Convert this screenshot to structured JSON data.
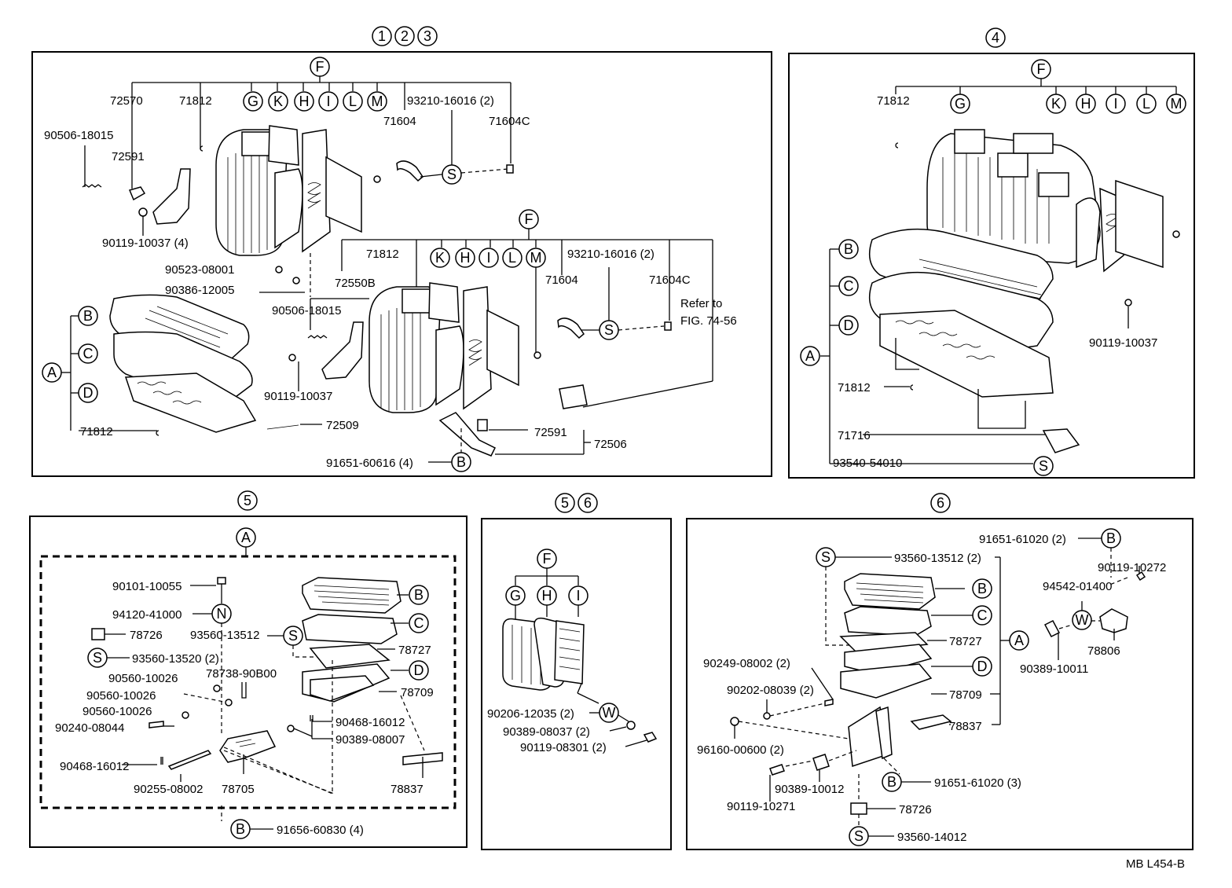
{
  "footer": {
    "code": "MB  L454-B"
  },
  "panels": {
    "p123": {
      "header": [
        "1",
        "2",
        "3"
      ]
    },
    "p4": {
      "header": [
        "4"
      ]
    },
    "p5": {
      "header": [
        "5"
      ]
    },
    "p56": {
      "header": [
        "5",
        "6"
      ]
    },
    "p6": {
      "header": [
        "6"
      ]
    }
  },
  "labels": {
    "p123": {
      "a72570": "72570",
      "a71812a": "71812",
      "a90506a": "90506-18015",
      "a72591a": "72591",
      "a90119a": "90119-10037 (4)",
      "a93210a": "93210-16016 (2)",
      "a71604a": "71604",
      "a71604Ca": "71604C",
      "a90523": "90523-08001",
      "a90386": "90386-12005",
      "a71812b": "71812",
      "a72550B": "72550B",
      "a93210b": "93210-16016 (2)",
      "a71604b": "71604",
      "a71604Cb": "71604C",
      "refer1": "Refer to",
      "refer2": "FIG. 74-56",
      "a90506b": "90506-18015",
      "a90119b": "90119-10037",
      "a72509": "72509",
      "a71812c": "71812",
      "a72591b": "72591",
      "a72506": "72506",
      "a91651": "91651-60616 (4)"
    },
    "p4": {
      "a71812a": "71812",
      "a90119": "90119-10037",
      "a71812b": "71812",
      "a71716": "71716",
      "a93540": "93540-54010"
    },
    "p5": {
      "a90101": "90101-10055",
      "a94120": "94120-41000",
      "a78726": "78726",
      "a93560a": "93560-13512",
      "a93560b": "93560-13520 (2)",
      "a78727": "78727",
      "a90560a": "90560-10026",
      "a78738": "78738-90B00",
      "a90560b": "90560-10026",
      "a78709": "78709",
      "a90560c": "90560-10026",
      "a90240": "90240-08044",
      "a90468a": "90468-16012",
      "a90389": "90389-08007",
      "a90468b": "90468-16012",
      "a90255": "90255-08002",
      "a78705": "78705",
      "a78837": "78837",
      "a91656": "91656-60830 (4)"
    },
    "p56": {
      "a90206": "90206-12035 (2)",
      "a90389": "90389-08037 (2)",
      "a90119": "90119-08301 (2)"
    },
    "p6": {
      "a91651a": "91651-61020 (2)",
      "a93560a": "93560-13512 (2)",
      "a90119a": "90119-10272",
      "a94542": "94542-01400",
      "a78727": "78727",
      "a78806": "78806",
      "a90389a": "90389-10011",
      "a90249": "90249-08002 (2)",
      "a78709": "78709",
      "a90202": "90202-08039 (2)",
      "a78837": "78837",
      "a96160": "96160-00600 (2)",
      "a91651b": "91651-61020 (3)",
      "a90389b": "90389-10012",
      "a90119b": "90119-10271",
      "a78726": "78726",
      "a93560b": "93560-14012"
    }
  },
  "callouts": {
    "F": "F",
    "G": "G",
    "K": "K",
    "H": "H",
    "I": "I",
    "L": "L",
    "M": "M",
    "A": "A",
    "B": "B",
    "C": "C",
    "D": "D",
    "S": "S",
    "N": "N",
    "W": "W"
  }
}
